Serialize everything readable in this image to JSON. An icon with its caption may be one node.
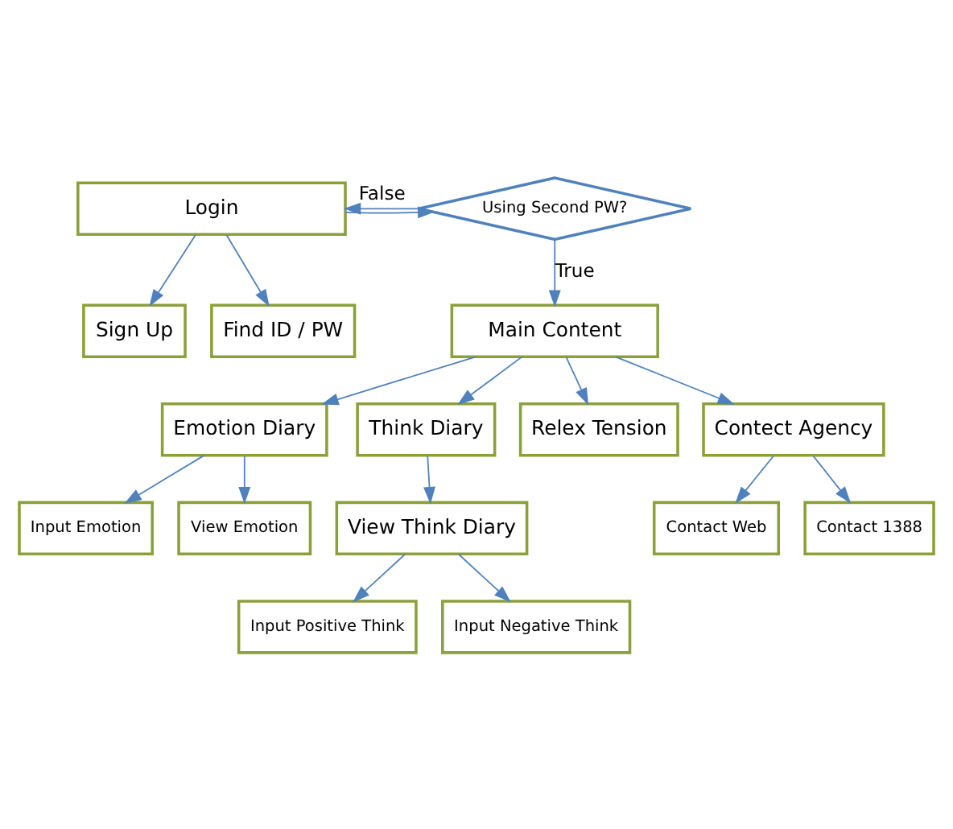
{
  "diagram": {
    "nodes": [
      {
        "text": [
          "Login"
        ]
      },
      {
        "text": [
          "Using Second PW?"
        ]
      },
      {
        "text": [
          "Sign Up"
        ]
      },
      {
        "text": [
          "Find ID / PW"
        ]
      },
      {
        "text": [
          "Main Content"
        ]
      },
      {
        "text": [
          "Emotion Diary"
        ]
      },
      {
        "text": [
          "Think Diary"
        ]
      },
      {
        "text": [
          "Relex Tension"
        ]
      },
      {
        "text": [
          "Contect Agency"
        ]
      },
      {
        "text": [
          "Input Emotion"
        ]
      },
      {
        "text": [
          "View Emotion"
        ]
      },
      {
        "text": [
          "View Think Diary"
        ]
      },
      {
        "text": [
          "Input Positive Think"
        ]
      },
      {
        "text": [
          "Input Negative Think"
        ]
      },
      {
        "text": [
          "Contact Web"
        ]
      },
      {
        "text": [
          "Contact 1388"
        ]
      }
    ],
    "edges": [
      {
        "from": 0,
        "to": 1,
        "arrow": "to"
      },
      {
        "from": 1,
        "to": 0,
        "arrow": "to",
        "label": "False"
      },
      {
        "from": 0,
        "to": 2,
        "arrow": "to"
      },
      {
        "from": 0,
        "to": 3,
        "arrow": "to"
      },
      {
        "from": 1,
        "to": 4,
        "arrow": "to",
        "label": "True"
      },
      {
        "from": 4,
        "to": 5,
        "arrow": "to"
      },
      {
        "from": 4,
        "to": 6,
        "arrow": "to"
      },
      {
        "from": 4,
        "to": 7,
        "arrow": "to"
      },
      {
        "from": 4,
        "to": 8,
        "arrow": "to"
      },
      {
        "from": 5,
        "to": 9,
        "arrow": "to"
      },
      {
        "from": 5,
        "to": 10,
        "arrow": "to"
      },
      {
        "from": 6,
        "to": 11,
        "arrow": "to"
      },
      {
        "from": 11,
        "to": 12,
        "arrow": "to"
      },
      {
        "from": 11,
        "to": 13,
        "arrow": "to"
      },
      {
        "from": 8,
        "to": 14,
        "arrow": "to"
      },
      {
        "from": 8,
        "to": 15,
        "arrow": "to"
      }
    ]
  }
}
